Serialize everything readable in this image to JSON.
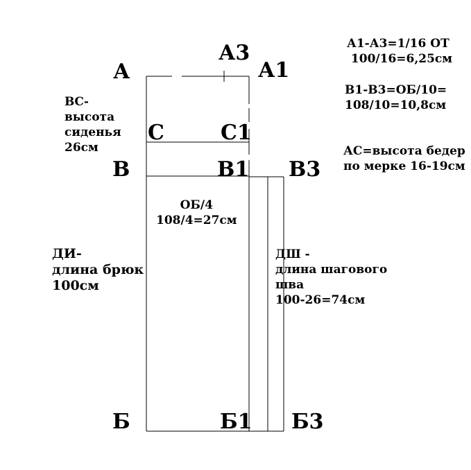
{
  "points": {
    "A": "А",
    "A3": "А3",
    "A1": "А1",
    "C": "С",
    "C1": "С1",
    "B": "В",
    "B1": "В1",
    "B3": "В3",
    "Bottom": "Б",
    "Bottom1": "Б1",
    "Bottom3": "Б3"
  },
  "notes": {
    "formula_a": "А1-А3=1/16 ОТ\n 100/16=6,25см",
    "formula_b": "В1-В3=ОБ/10=\n108/10=10,8см",
    "hip_height": "АС=высота бедер\nпо мерке 16-19см",
    "seat_height": "ВС-\nвысота\nсиденья\n26см",
    "quarter_hip": "ОБ/4\n108/4=27см",
    "trouser_length": "ДИ-\nдлина брюк\n100см",
    "inseam_length": "ДШ -\nдлина шагового\nшва\n100-26=74см"
  }
}
